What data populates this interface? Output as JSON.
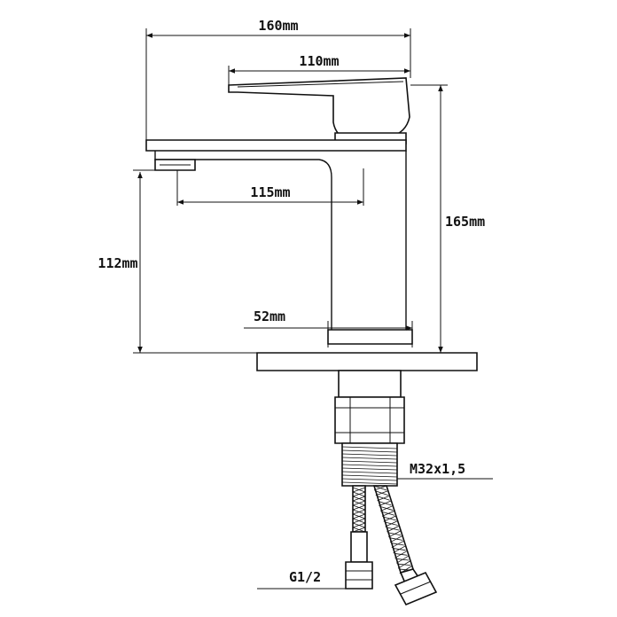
{
  "dimensions": {
    "overall_width": "160mm",
    "lever_length": "110mm",
    "spout_reach": "115mm",
    "spout_height": "112mm",
    "total_height": "165mm",
    "body_width": "52mm",
    "thread": "M32x1,5",
    "connection": "G1/2"
  },
  "colors": {
    "stroke": "#111111",
    "background": "#ffffff"
  }
}
